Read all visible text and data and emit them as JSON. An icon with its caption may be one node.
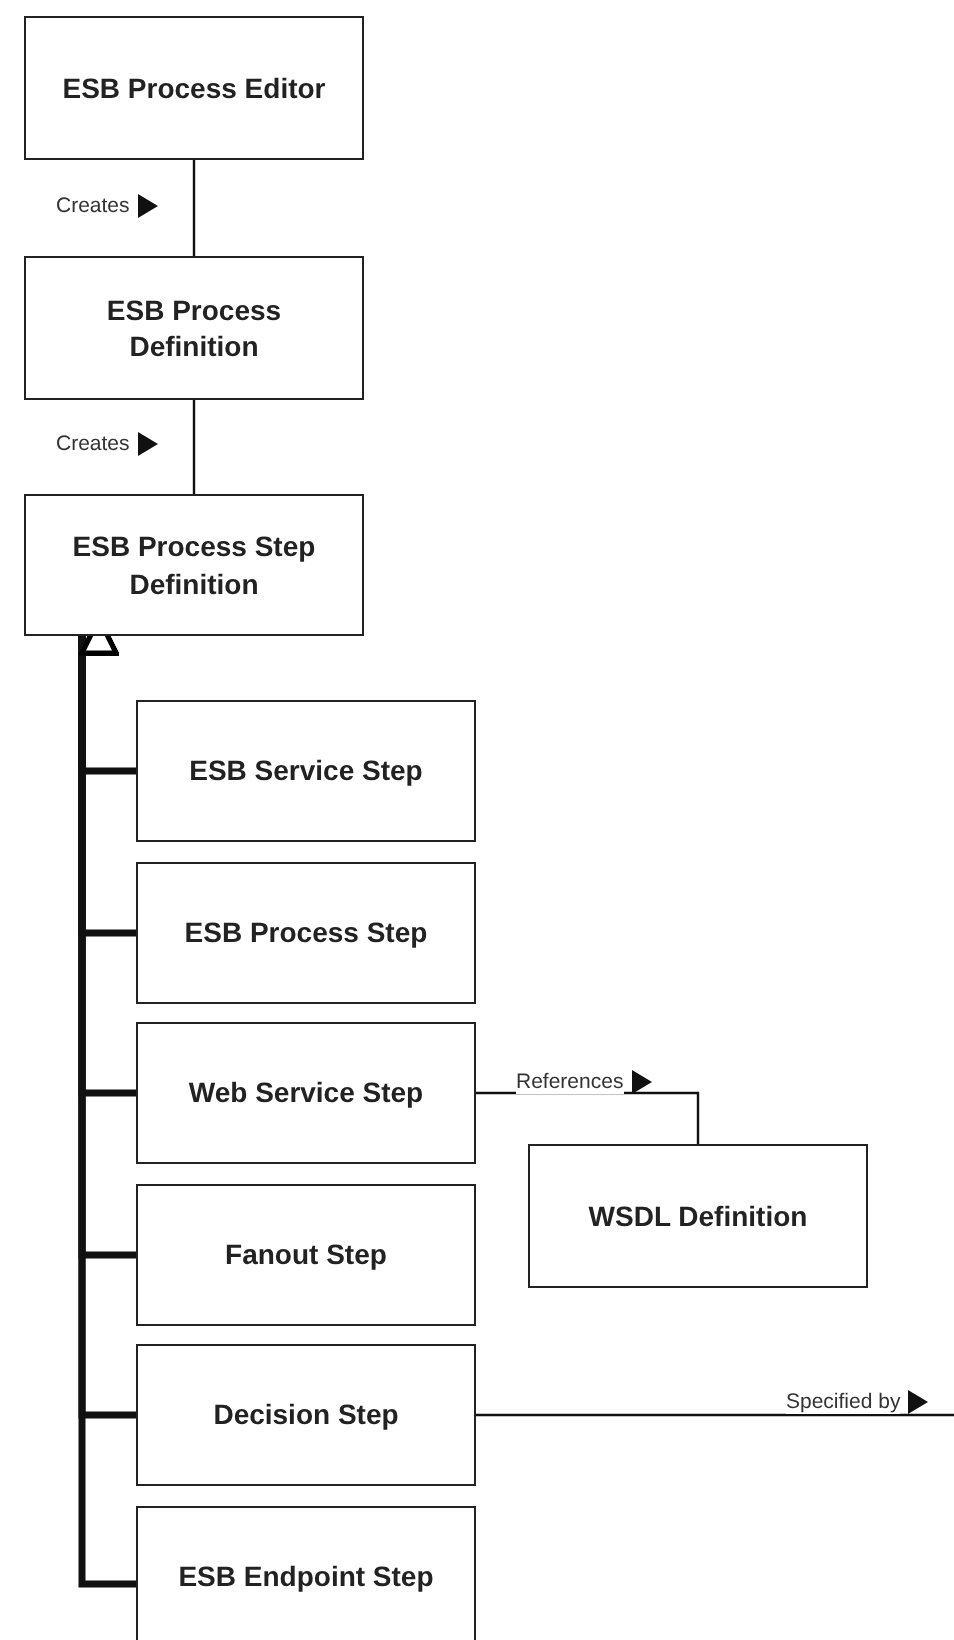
{
  "diagram": {
    "nodes": [
      {
        "text": [
          "ESB Process Editor"
        ]
      },
      {
        "text": [
          "ESB Process Definition"
        ]
      },
      {
        "text": [
          "ESB Process Step Definition"
        ]
      },
      {
        "text": [
          "ESB Service Step"
        ]
      },
      {
        "text": [
          "ESB Process Step"
        ]
      },
      {
        "text": [
          "Web Service Step"
        ]
      },
      {
        "text": [
          "Fanout Step"
        ]
      },
      {
        "text": [
          "Decision Step"
        ]
      },
      {
        "text": [
          "ESB Endpoint Step"
        ]
      },
      {
        "text": [
          "WSDL Definition"
        ]
      }
    ],
    "edges": [
      {
        "from": 0,
        "to": 1,
        "arrow": "none",
        "label": "Creates"
      },
      {
        "from": 1,
        "to": 2,
        "arrow": "none",
        "label": "Creates"
      },
      {
        "from": 3,
        "to": 2,
        "arrow": "to"
      },
      {
        "from": 4,
        "to": 2,
        "arrow": "to"
      },
      {
        "from": 5,
        "to": 2,
        "arrow": "to"
      },
      {
        "from": 6,
        "to": 2,
        "arrow": "to"
      },
      {
        "from": 7,
        "to": 2,
        "arrow": "to"
      },
      {
        "from": 8,
        "to": 2,
        "arrow": "to"
      },
      {
        "from": 5,
        "to": 9,
        "arrow": "none",
        "label": "References"
      },
      {
        "from": 7,
        "to": null,
        "arrow": "none",
        "label": "Specified by"
      }
    ]
  }
}
